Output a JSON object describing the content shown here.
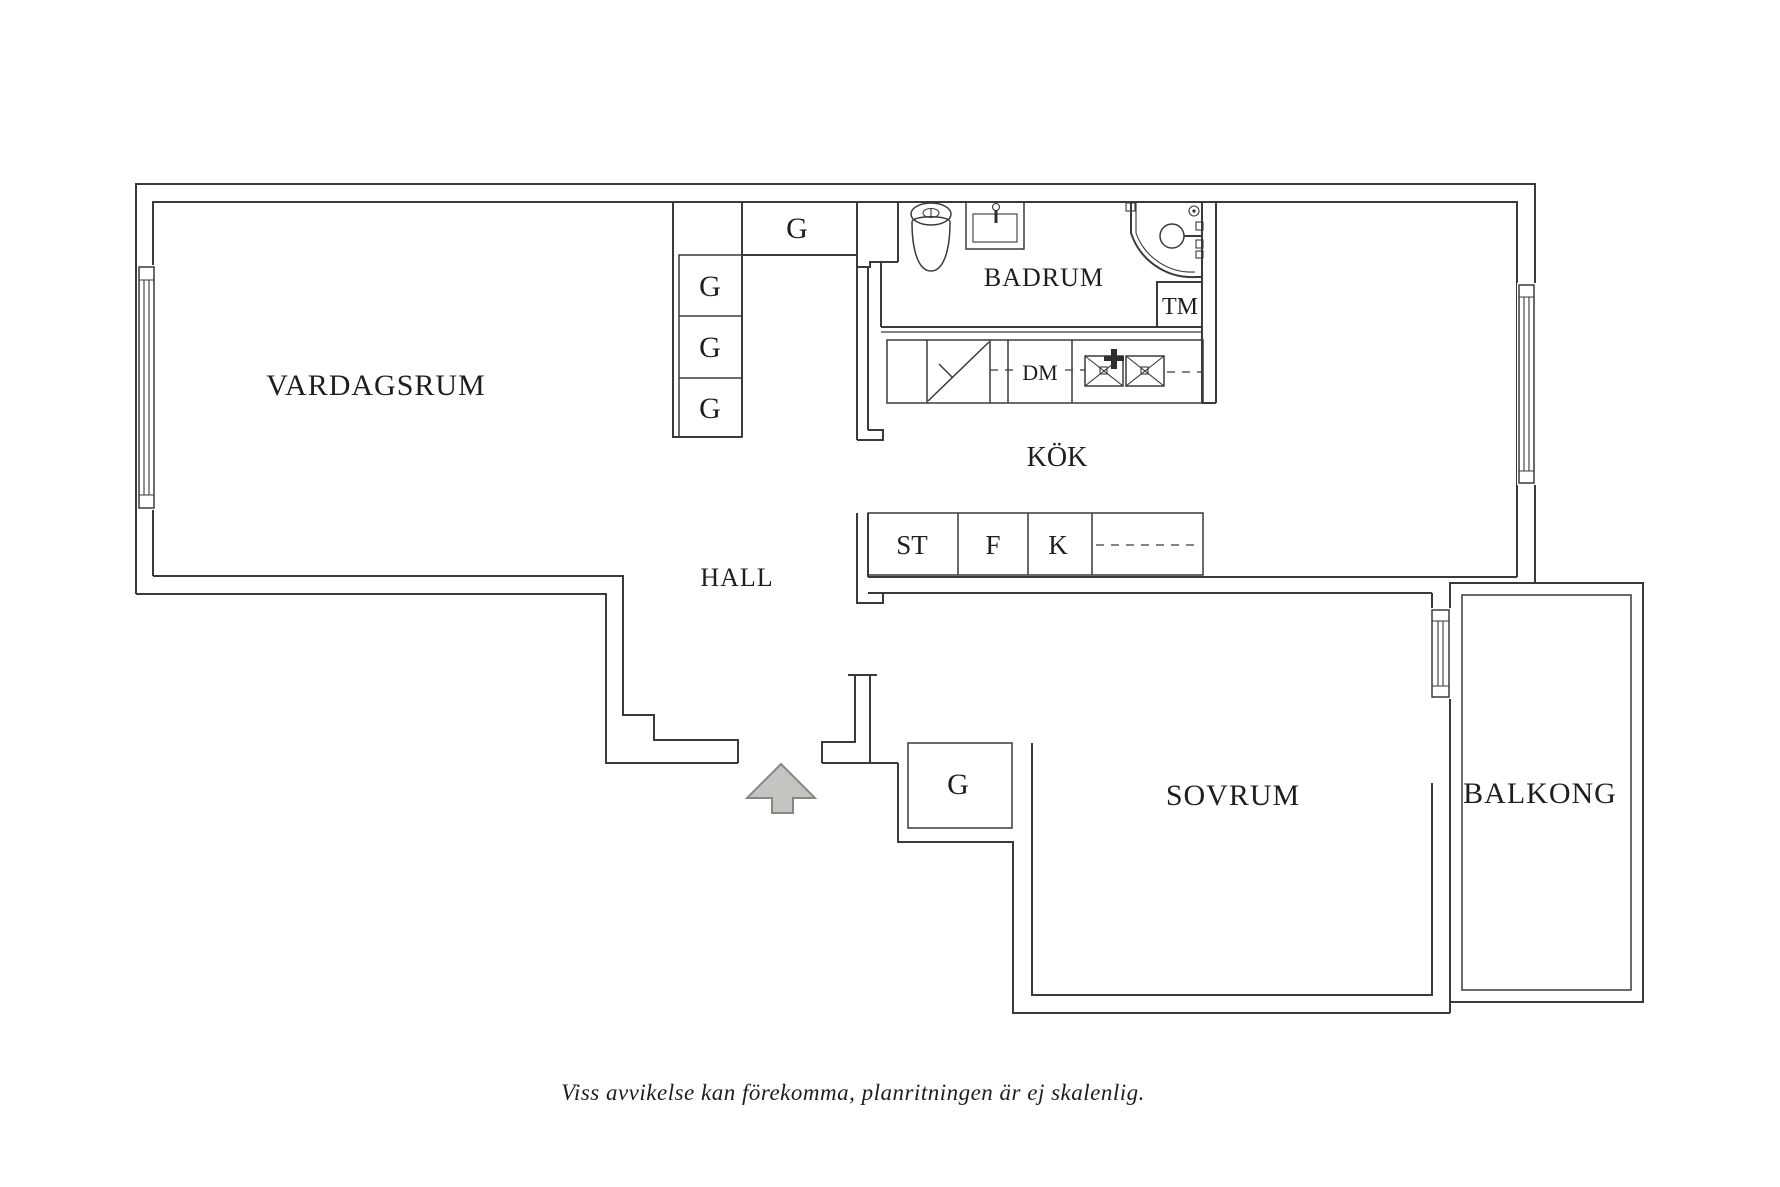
{
  "document": {
    "type": "apartment floor plan",
    "language": "Swedish"
  },
  "colors": {
    "background": "#ffffff",
    "line": "#3a3a3a",
    "text": "#1e1e1e",
    "arrow_fill": "#c4c4c0",
    "arrow_stroke": "#878783"
  },
  "rooms": {
    "living_room": "VARDAGSRUM",
    "bathroom": "BADRUM",
    "kitchen": "KÖK",
    "hall": "HALL",
    "bedroom": "SOVRUM",
    "balcony": "BALKONG"
  },
  "fixtures": {
    "wardrobe": "G",
    "washing_machine": "TM",
    "dishwasher": "DM",
    "pantry": "ST",
    "freezer": "F",
    "fridge": "K"
  },
  "footer": {
    "disclaimer": "Viss avvikelse kan förekomma, planritningen är ej skalenlig."
  }
}
